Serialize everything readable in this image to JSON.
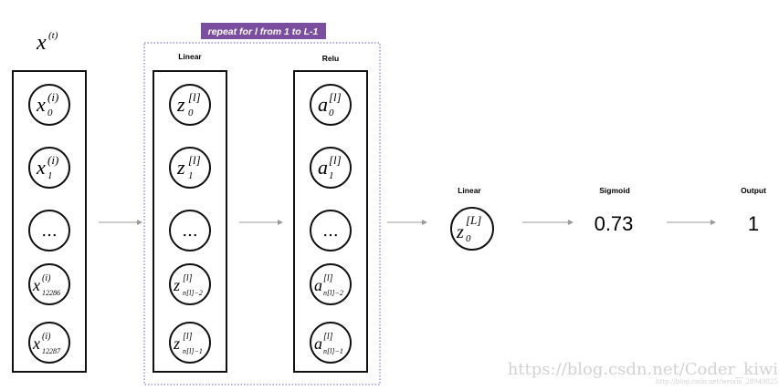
{
  "input_title": {
    "base": "x",
    "sup": "(t)"
  },
  "repeat_banner": "repeat for l from 1 to L-1",
  "columns": {
    "linear_label": "Linear",
    "relu_label": "Relu",
    "linear_out_label": "Linear",
    "sigmoid_label": "Sigmoid",
    "output_label": "Output"
  },
  "input_nodes": [
    {
      "base": "x",
      "sup": "(i)",
      "sub": "0"
    },
    {
      "base": "x",
      "sup": "(i)",
      "sub": "1"
    },
    {
      "text": "..."
    },
    {
      "base": "x",
      "sup": "(i)",
      "sub": "12286"
    },
    {
      "base": "x",
      "sup": "(i)",
      "sub": "12287"
    }
  ],
  "linear_nodes": [
    {
      "base": "z",
      "sup": "[l]",
      "sub": "0"
    },
    {
      "base": "z",
      "sup": "[l]",
      "sub": "1"
    },
    {
      "text": "..."
    },
    {
      "base": "z",
      "sup": "[l]",
      "sub": "n[l]−2"
    },
    {
      "base": "z",
      "sup": "[l]",
      "sub": "n[l]−1"
    }
  ],
  "relu_nodes": [
    {
      "base": "a",
      "sup": "[l]",
      "sub": "0"
    },
    {
      "base": "a",
      "sup": "[l]",
      "sub": "1"
    },
    {
      "text": "..."
    },
    {
      "base": "a",
      "sup": "[l]",
      "sub": "n[l]−2"
    },
    {
      "base": "a",
      "sup": "[l]",
      "sub": "n[l]−1"
    }
  ],
  "final_node": {
    "base": "z",
    "sup": "[L]",
    "sub": "0"
  },
  "sigmoid_value": "0.73",
  "output_value": "1",
  "watermark": {
    "main": "https://blog.csdn.net/Coder_kiwi",
    "small": "http://blog.csdn.net/weixin_28949825"
  },
  "colors": {
    "banner_bg": "#7b4ea0",
    "dotted_border": "#6a5ab8",
    "arrow": "#9a9a9a"
  }
}
